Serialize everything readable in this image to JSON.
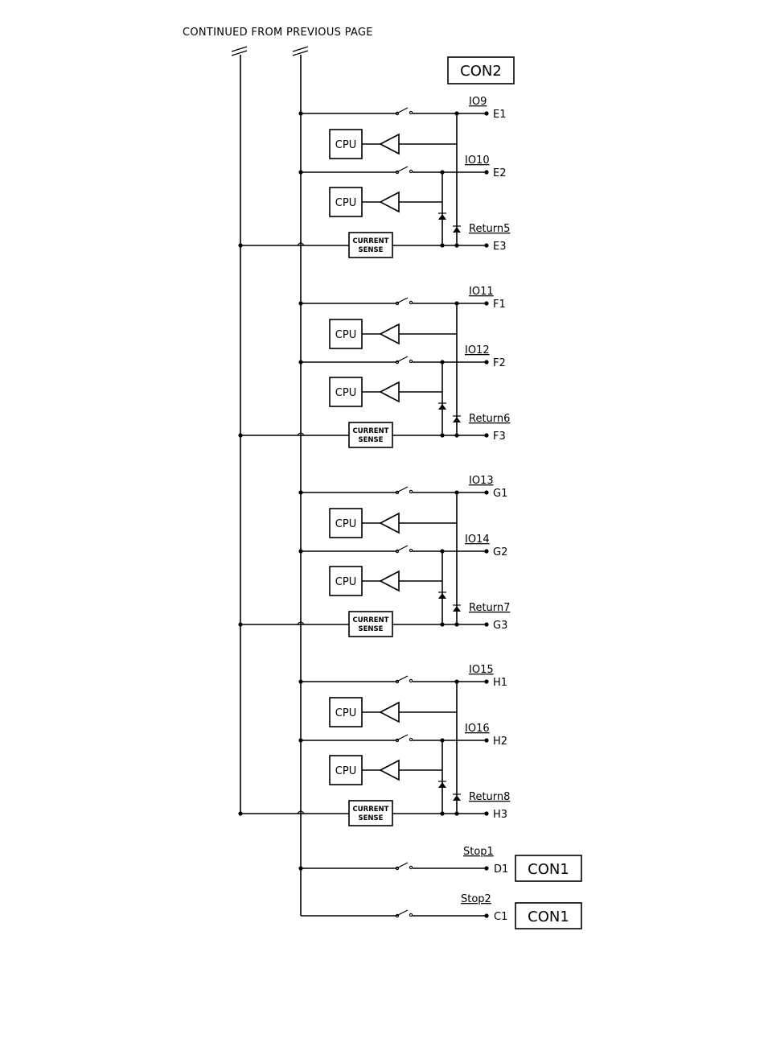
{
  "header": "CONTINUED  FROM  PREVIOUS  PAGE",
  "top_connector": "CON2",
  "cpu_label": "CPU",
  "current_sense": [
    "CURRENT",
    "SENSE"
  ],
  "groups": [
    {
      "io_a": "IO9",
      "pin_a": "E1",
      "io_b": "IO10",
      "pin_b": "E2",
      "ret": "Return5",
      "pin_c": "E3"
    },
    {
      "io_a": "IO11",
      "pin_a": "F1",
      "io_b": "IO12",
      "pin_b": "F2",
      "ret": "Return6",
      "pin_c": "F3"
    },
    {
      "io_a": "IO13",
      "pin_a": "G1",
      "io_b": "IO14",
      "pin_b": "G2",
      "ret": "Return7",
      "pin_c": "G3"
    },
    {
      "io_a": "IO15",
      "pin_a": "H1",
      "io_b": "IO16",
      "pin_b": "H2",
      "ret": "Return8",
      "pin_c": "H3"
    }
  ],
  "stops": [
    {
      "label": "Stop1",
      "pin": "D1",
      "connector": "CON1"
    },
    {
      "label": "Stop2",
      "pin": "C1",
      "connector": "CON1"
    }
  ]
}
